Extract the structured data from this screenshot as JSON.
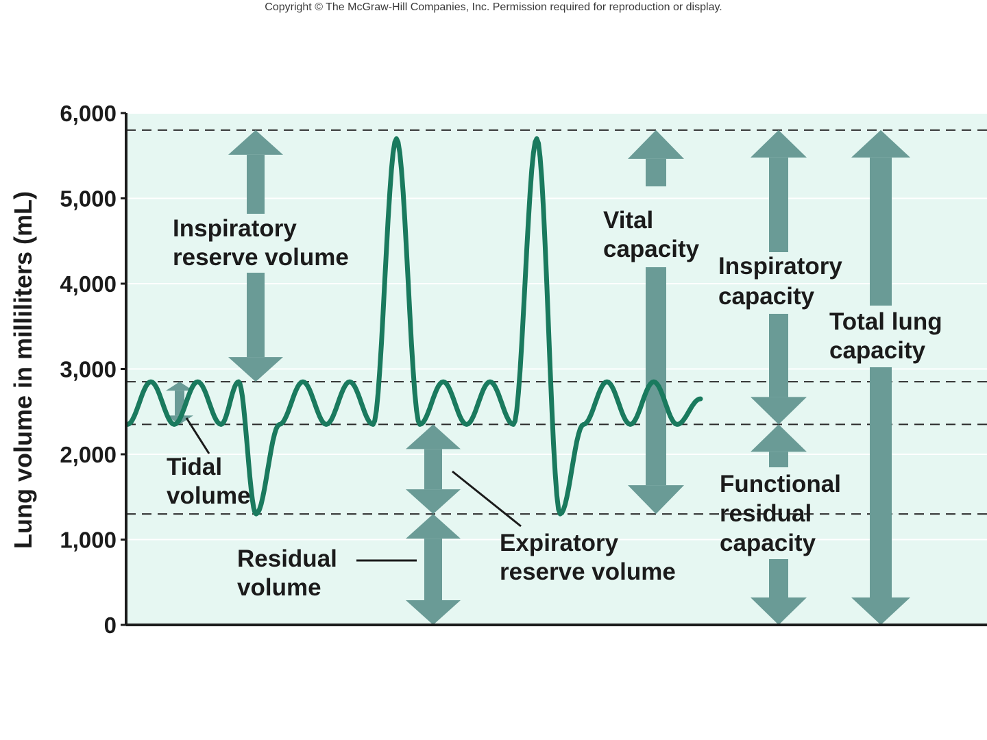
{
  "copyright": "Copyright © The McGraw-Hill Companies, Inc. Permission required for reproduction or display.",
  "colors": {
    "background": "#e6f7f2",
    "trace": "#1a7a5e",
    "arrow": "#6a9b96",
    "gridline": "#ffffff",
    "dashed": "#2b2b2b",
    "axis": "#1b1b1b"
  },
  "chart_data": {
    "type": "line",
    "title": "",
    "xlabel": "",
    "ylabel": "Lung volume in milliliters (mL)",
    "ylim": [
      0,
      6000
    ],
    "yticks": [
      0,
      1000,
      2000,
      3000,
      4000,
      5000,
      6000
    ],
    "ytick_labels": [
      "0",
      "1,000",
      "2,000",
      "3,000",
      "4,000",
      "5,000",
      "6,000"
    ],
    "grid": true,
    "reference_levels": [
      5800,
      2850,
      2350,
      1300
    ],
    "series": [
      {
        "x": [
          0,
          4,
          8,
          12,
          16,
          19,
          22,
          26,
          30,
          34,
          38,
          42,
          46,
          50,
          54,
          58,
          62,
          66,
          70,
          74,
          78,
          82,
          86,
          90,
          94,
          98
        ],
        "values": [
          2350,
          2850,
          2350,
          2850,
          2350,
          2850,
          1300,
          2350,
          2850,
          2350,
          2850,
          2350,
          5700,
          2350,
          2850,
          2350,
          2850,
          2350,
          5700,
          1300,
          2350,
          2850,
          2350,
          2850,
          2350,
          2650
        ]
      }
    ],
    "annotations": [
      {
        "label": [
          "Inspiratory",
          "reserve volume"
        ],
        "from": 2850,
        "to": 5800
      },
      {
        "label": [
          "Tidal",
          "volume"
        ],
        "from": 2350,
        "to": 2850
      },
      {
        "label": [
          "Residual",
          "volume"
        ],
        "from": 0,
        "to": 1300
      },
      {
        "label": [
          "Expiratory",
          "reserve volume"
        ],
        "from": 1300,
        "to": 2350
      },
      {
        "label": [
          "Vital",
          "capacity"
        ],
        "from": 1300,
        "to": 5800
      },
      {
        "label": [
          "Inspiratory",
          "capacity"
        ],
        "from": 2350,
        "to": 5800
      },
      {
        "label": [
          "Functional",
          "residual",
          "capacity"
        ],
        "from": 0,
        "to": 2350
      },
      {
        "label": [
          "Total lung",
          "capacity"
        ],
        "from": 0,
        "to": 5800
      }
    ]
  }
}
